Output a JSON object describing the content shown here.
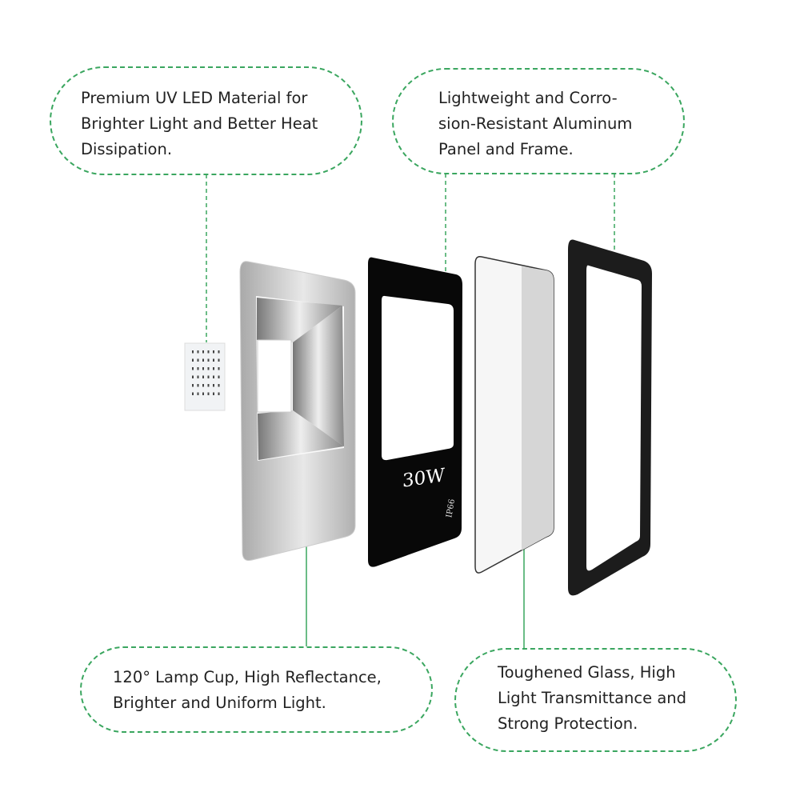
{
  "callouts": {
    "led": "Premium UV LED Material for\nBrighter Light and Better Heat\nDissipation.",
    "frame": "Lightweight and Corro-\nsion-Resistant Aluminum\nPanel and Frame.",
    "cup": "120° Lamp Cup, High Reflectance,\nBrighter and Uniform Light.",
    "glass": "Toughened Glass, High\nLight Transmittance and\nStrong Protection."
  },
  "panel": {
    "wattage": "30W",
    "rating": "IP66"
  },
  "colors": {
    "accent": "#3aa65f"
  }
}
